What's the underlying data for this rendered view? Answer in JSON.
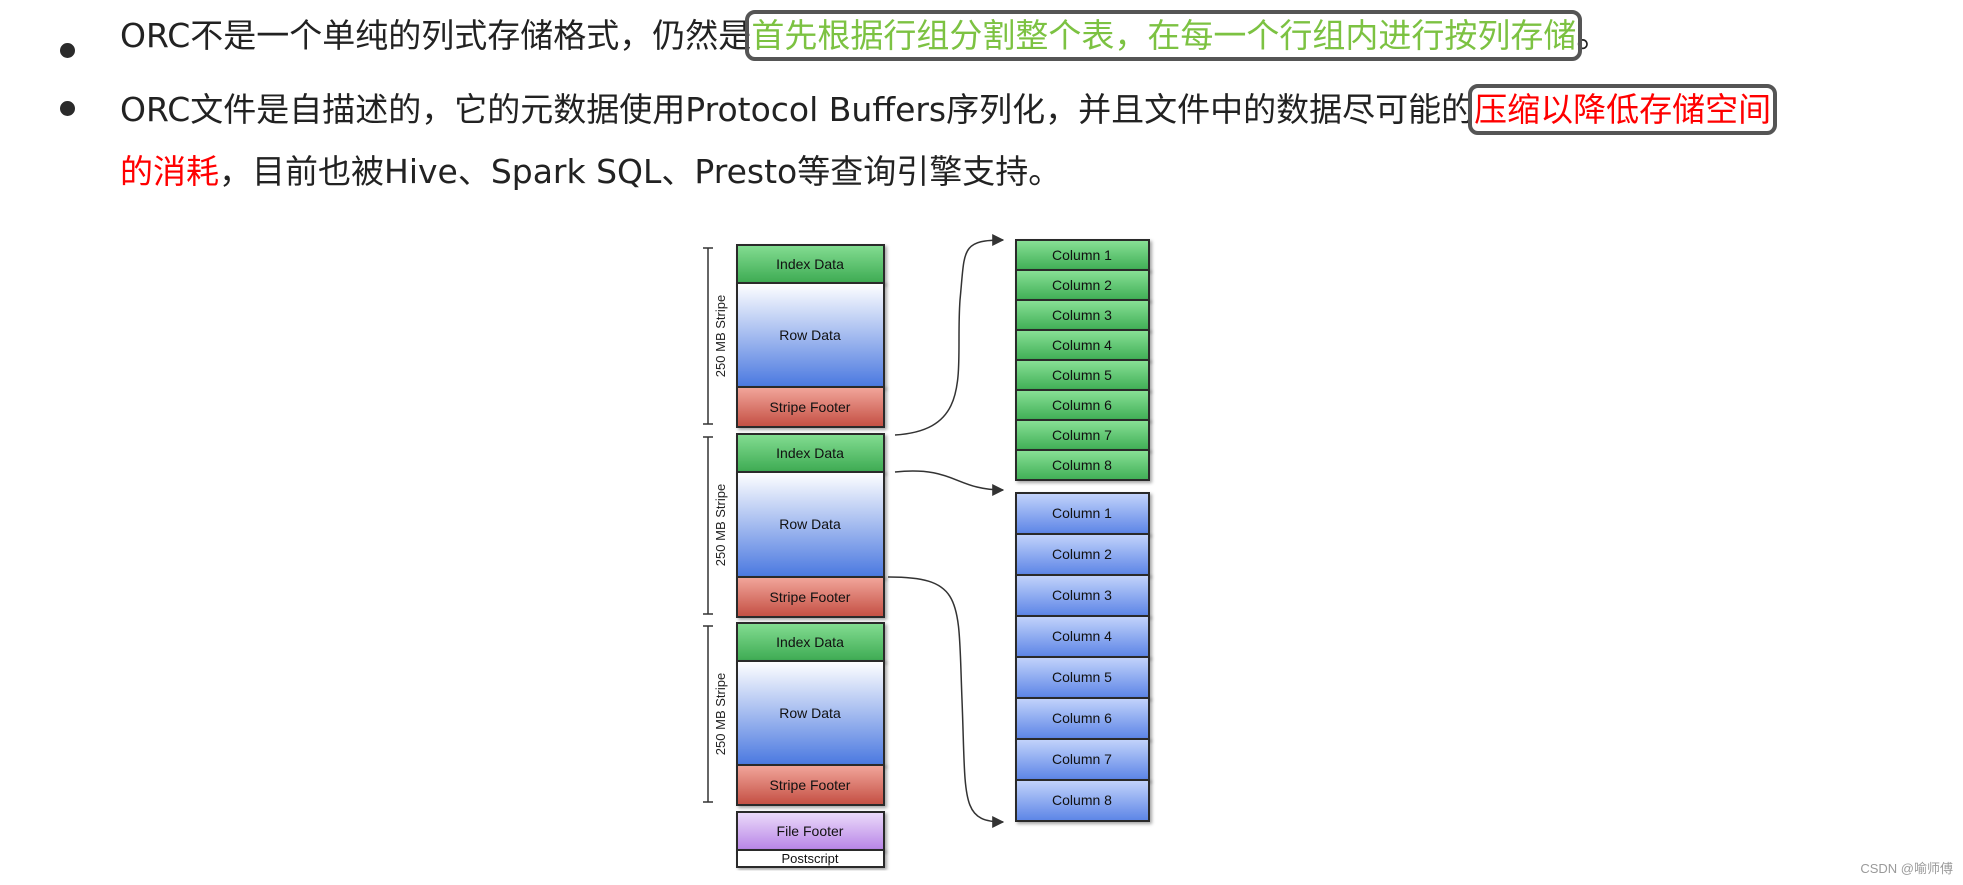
{
  "bullets": {
    "b1": {
      "prefix": "ORC不是一个单纯的列式存储格式，仍然是",
      "highlight": "首先根据行组分割整个表，在每一个行组内进行按列存储",
      "suffix": "。"
    },
    "b2": {
      "prefix": "ORC文件是自描述的，它的元数据使用Protocol Buffers序列化，并且文件中的数据尽可能的",
      "highlight_1": "压缩以降低存储空间",
      "highlight_2": "的消耗",
      "suffix": "，目前也被Hive、Spark SQL、Presto等查询引擎支持。"
    }
  },
  "diagram": {
    "stripe_label": "250 MB Stripe",
    "stripes": [
      {
        "index": "Index Data",
        "row": "Row Data",
        "footer": "Stripe Footer"
      },
      {
        "index": "Index Data",
        "row": "Row Data",
        "footer": "Stripe Footer"
      },
      {
        "index": "Index Data",
        "row": "Row Data",
        "footer": "Stripe Footer"
      }
    ],
    "file_footer": "File Footer",
    "postscript": "Postscript",
    "index_columns": [
      "Column 1",
      "Column 2",
      "Column 3",
      "Column 4",
      "Column 5",
      "Column 6",
      "Column 7",
      "Column 8"
    ],
    "row_columns": [
      "Column 1",
      "Column 2",
      "Column 3",
      "Column 4",
      "Column 5",
      "Column 6",
      "Column 7",
      "Column 8"
    ],
    "colors": {
      "index": "#58c46a",
      "footer": "#d9675b",
      "file_footer": "#c79ae8",
      "row_dark": "#4a78e0",
      "row_light": "#ffffff"
    }
  },
  "watermark": "CSDN @喻师傅"
}
